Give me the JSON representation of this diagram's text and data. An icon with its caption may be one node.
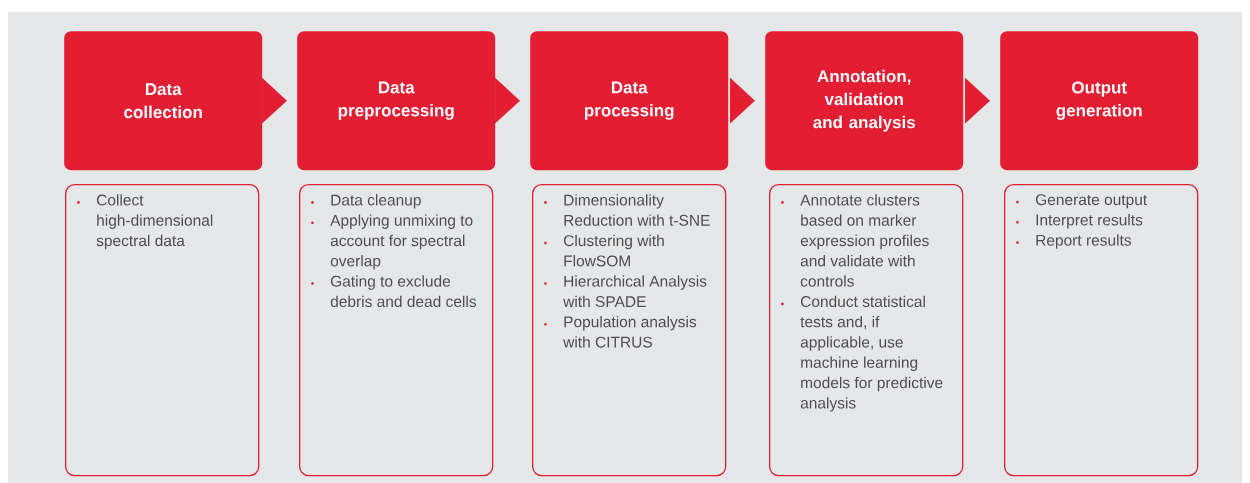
{
  "diagram": {
    "nodes": [
      {
        "text": [
          "Data collection"
        ]
      },
      {
        "text": [
          "Data preprocessing"
        ]
      },
      {
        "text": [
          "Data processing"
        ]
      },
      {
        "text": [
          "Annotation, validation and analysis"
        ]
      },
      {
        "text": [
          "Output generation"
        ]
      },
      {
        "text": [
          "Collect high-dimensional spectral data"
        ]
      },
      {
        "text": [
          "Data cleanup",
          "Applying unmixing to account for spectral overlap",
          "Gating to exclude debris and dead cells"
        ]
      },
      {
        "text": [
          "Dimensionality Reduction with t-SNE",
          "Clustering with FlowSOM",
          "Hierarchical Analysis with SPADE",
          "Population analysis with CITRUS"
        ]
      },
      {
        "text": [
          "Annotate clusters based on marker expression profiles and validate with controls",
          "Conduct statistical tests and, if applicable, use machine learning models for predictive analysis"
        ]
      },
      {
        "text": [
          "Generate output",
          "Interpret results",
          "Report results"
        ]
      }
    ],
    "edges": [
      {
        "from": 0,
        "to": 1,
        "arrow": "to"
      },
      {
        "from": 1,
        "to": 2,
        "arrow": "to"
      },
      {
        "from": 2,
        "to": 3,
        "arrow": "to"
      },
      {
        "from": 3,
        "to": 4,
        "arrow": "to"
      }
    ]
  }
}
